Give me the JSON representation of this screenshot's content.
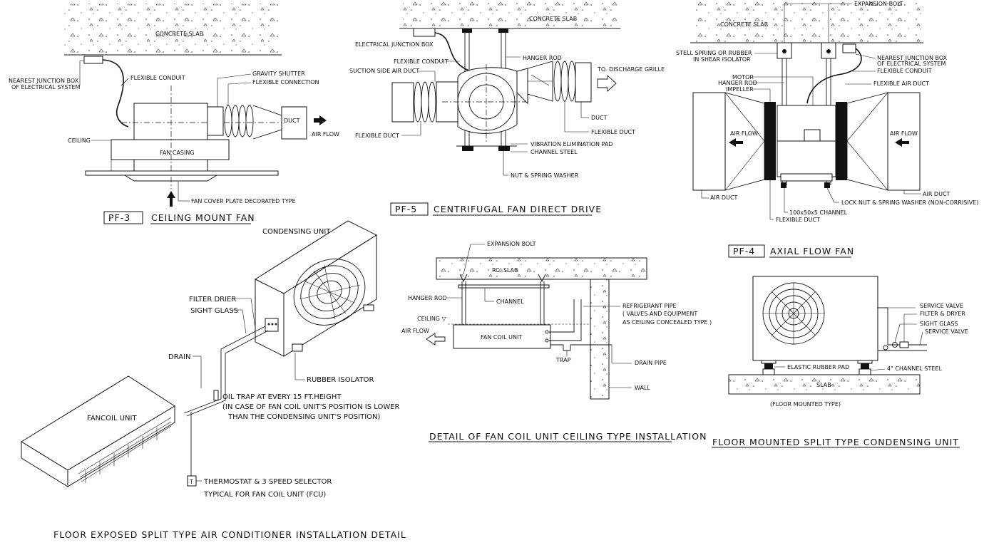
{
  "pf3": {
    "title_tag": "PF-3",
    "title": "CEILING MOUNT FAN",
    "concrete_slab": "CONCRETE SLAB",
    "junction_box_1": "NEAREST JUNCTION BOX",
    "junction_box_2": "OF ELECTRICAL SYSTEM",
    "flexible_conduit": "FLEXIBLE CONDUIT",
    "gravity_shutter": "GRAVITY SHUTTER",
    "flexible_connection": "FLEXIBLE CONNECTION",
    "duct": "DUCT",
    "air_flow": "AIR FLOW",
    "ceiling": "CEILING",
    "fan_casing": "FAN CASING",
    "fan_cover": "FAN COVER PLATE DECORATED TYPE"
  },
  "pf5": {
    "title_tag": "PF-5",
    "title": "CENTRIFUGAL FAN DIRECT DRIVE",
    "concrete_slab": "CONCRETE SLAB",
    "electrical_junction_box": "ELECTRICAL JUNCTION BOX",
    "flexible_conduit": "FLEXIBLE CONDUIT",
    "suction_duct": "SUCTION SIDE AIR DUCT",
    "hanger_rod": "HANGER ROD",
    "to_discharge": "TO. DISCHARGE GRILLE",
    "duct": "DUCT",
    "flexible_duct_r": "FLEXIBLE DUCT",
    "flexible_duct_l": "FLEXIBLE DUCT",
    "vibration_pad": "VIBRATION ELIMINATION PAD",
    "channel_steel": "CHANNEL STEEL",
    "nut_washer": "NUT & SPRING WASHER"
  },
  "pf4": {
    "title_tag": "PF-4",
    "title": "AXIAL FLOW FAN",
    "concrete_slab": "CONCRETE SLAB",
    "expansion_bolt": "EXPANSION BOLT",
    "isolator_1": "STELL SPRING OR RUBBER",
    "isolator_2": "IN SHEAR ISOLATOR",
    "junction_box_1": "NEAREST JUNCTION BOX",
    "junction_box_2": "OF ELECTRICAL SYSTEM",
    "flexible_conduit": "FLEXIBLE CONDUIT",
    "motor": "MOTOR",
    "hanger_rod": "HANGER ROD",
    "impeller": "IMPELLER",
    "flexible_air_duct": "FLEXIBLE AIR DUCT",
    "air_flow_l": "AIR FLOW",
    "air_flow_r": "AIR FLOW",
    "air_duct_l": "AIR DUCT",
    "air_duct_r": "AIR DUCT",
    "lock_nut": "LOCK NUT & SPRING WASHER (NON-CORRISIVE)",
    "channel": "100x50x5 CHANNEL",
    "flexible_duct": "FLEXIBLE DUCT"
  },
  "split": {
    "title": "FLOOR EXPOSED SPLIT TYPE AIR CONDITIONER INSTALLATION DETAIL",
    "condensing_unit": "CONDENSING UNIT",
    "filter_drier": "FILTER DRIER",
    "sight_glass": "SIGHT GLASS",
    "drain": "DRAIN",
    "rubber_isolator": "RUBBER ISOLATOR",
    "oil_trap_1": "OIL TRAP AT EVERY 15 FT.HEIGHT",
    "oil_trap_2": "(IN CASE OF FAN COIL UNIT'S POSITION IS LOWER",
    "oil_trap_3": "THAN THE CONDENSING UNIT'S POSITION)",
    "fancoil_unit": "FANCOIL UNIT",
    "thermostat": "THERMOSTAT & 3 SPEED SELECTOR",
    "typical": "TYPICAL FOR FAN COIL UNIT (FCU)",
    "t_mark": "T"
  },
  "fcu": {
    "title": "DETAIL OF FAN COIL UNIT CEILING TYPE INSTALLATION",
    "expansion_bolt": "EXPANSION BOLT",
    "rc_slab": "RC. SLAB",
    "hanger_rod": "HANGER ROD",
    "channel": "CHANNEL",
    "ceiling": "CEILING ▽",
    "air_flow": "AIR FLOW",
    "fan_coil_unit": "FAN COIL UNIT",
    "refrigerant_1": "REFRIGERANT PIPE",
    "refrigerant_2": "( VALVES AND EQUIPMENT",
    "refrigerant_3": "AS CEILING CONCEALED TYPE )",
    "drain_pipe": "DRAIN PIPE",
    "trap": "TRAP",
    "wall": "WALL"
  },
  "floor": {
    "title": "FLOOR MOUNTED SPLIT TYPE CONDENSING UNIT",
    "service_valve_1": "SERVICE VALVE",
    "filter_dryer": "FILTER & DRYER",
    "sight_glass": "SIGHT GLASS",
    "service_valve_2": "SERVICE VALVE",
    "rubber_pad": "ELASTIC RUBBER PAD",
    "channel_steel": "4\" CHANNEL STEEL",
    "slab": "SLAB",
    "mounted_type": "(FLOOR MOUNTED TYPE)"
  }
}
